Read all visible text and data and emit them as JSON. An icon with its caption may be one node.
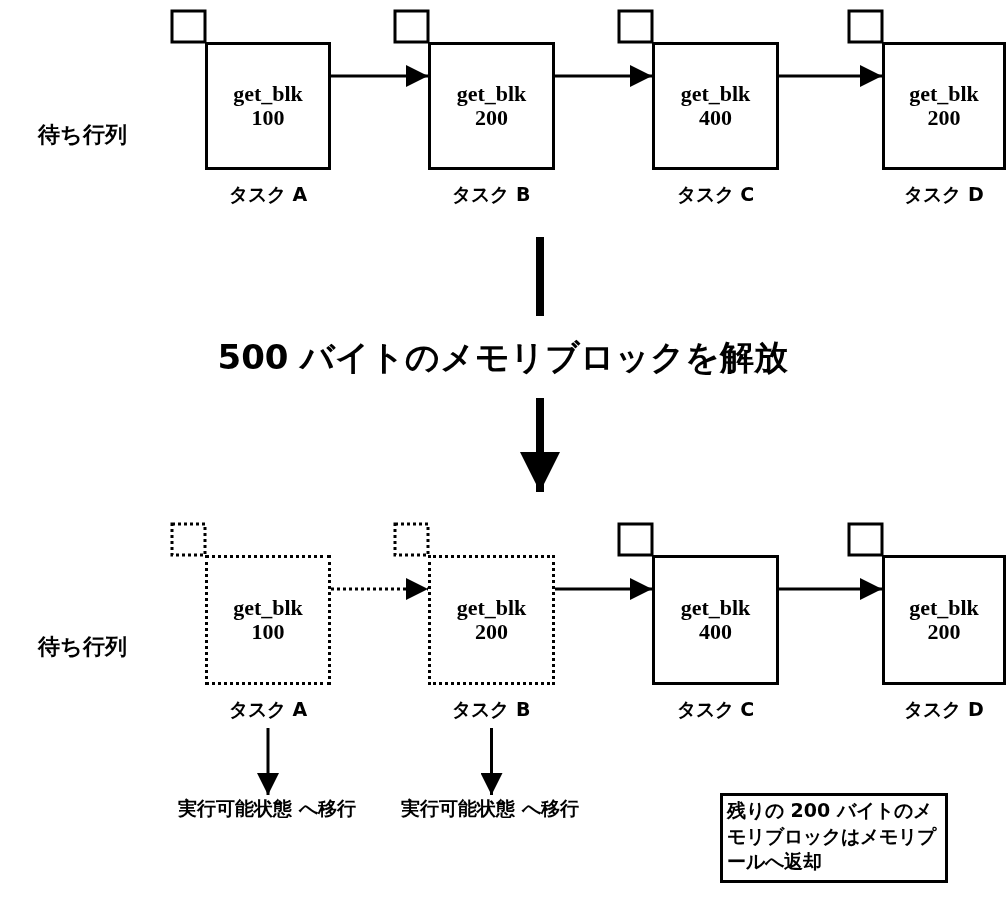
{
  "diagram": {
    "nodes": [
      {
        "text": [
          "get_blk 100"
        ],
        "beside": [
          "タスク A"
        ]
      },
      {
        "text": [
          "get_blk 200"
        ],
        "beside": [
          "タスク B"
        ]
      },
      {
        "text": [
          "get_blk 400"
        ],
        "beside": [
          "タスク C"
        ]
      },
      {
        "text": [
          "get_blk 200"
        ],
        "beside": [
          "タスク D"
        ]
      },
      {
        "text": [
          "get_blk 100"
        ],
        "beside": [
          "タスク A"
        ]
      },
      {
        "text": [
          "get_blk 200"
        ],
        "beside": [
          "タスク B"
        ]
      },
      {
        "text": [
          "get_blk 400"
        ],
        "beside": [
          "タスク C"
        ]
      },
      {
        "text": [
          "get_blk 200"
        ],
        "beside": [
          "タスク D"
        ]
      },
      {
        "text": [
          "実行可能状態 へ移行"
        ]
      },
      {
        "text": [
          "実行可能状態 へ移行"
        ]
      },
      {
        "text": [
          "残りの 200 バイトのメモリブロックはメモリプールへ返却"
        ]
      }
    ],
    "edges": [
      {
        "from": 0,
        "to": 1,
        "arrow": "to"
      },
      {
        "from": 1,
        "to": 2,
        "arrow": "to"
      },
      {
        "from": 2,
        "to": 3,
        "arrow": "to"
      },
      {
        "from": 4,
        "to": 5,
        "arrow": "to",
        "style": "dashed"
      },
      {
        "from": 5,
        "to": 6,
        "arrow": "to"
      },
      {
        "from": 6,
        "to": 7,
        "arrow": "to"
      },
      {
        "from": 4,
        "to": 8,
        "arrow": "to"
      },
      {
        "from": 5,
        "to": 9,
        "arrow": "to"
      }
    ],
    "labels": [
      "待ち行列",
      "500 バイトのメモリブロックを解放",
      "待ち行列"
    ]
  }
}
